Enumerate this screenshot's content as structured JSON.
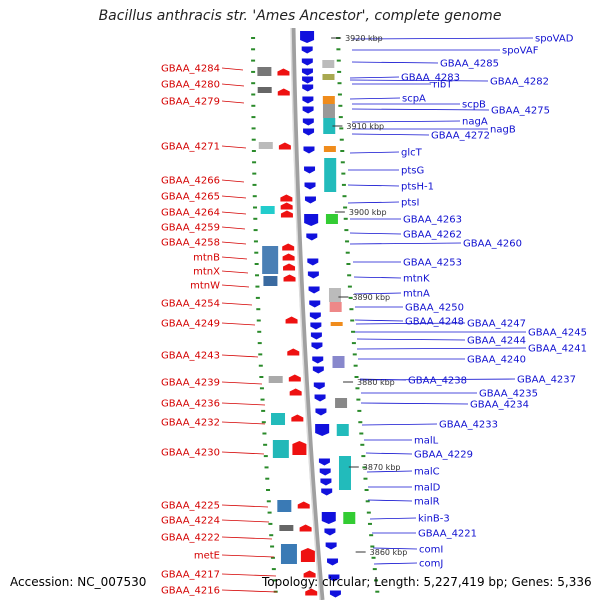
{
  "title": "Bacillus anthracis str. 'Ames Ancestor', complete genome",
  "footer": {
    "accession": "Accession: NC_007530",
    "topology": "Topology: circular; Length: 5,227,419 bp; Genes: 5,336"
  },
  "colors": {
    "left_label": "#d40000",
    "right_label": "#1010d0",
    "forward_gene": "#ee1111",
    "reverse_gene": "#1111dd",
    "backbone": "#a8a8a8",
    "tick": "#2a8a2a"
  },
  "kbp_markers": [
    {
      "label": "3920 kbp",
      "pos": 3920
    },
    {
      "label": "3910 kbp",
      "pos": 3910
    },
    {
      "label": "3900 kbp",
      "pos": 3900
    },
    {
      "label": "3890 kbp",
      "pos": 3890
    },
    {
      "label": "3880 kbp",
      "pos": 3880
    },
    {
      "label": "3870 kbp",
      "pos": 3870
    },
    {
      "label": "3860 kbp",
      "pos": 3860
    }
  ],
  "left_labels": [
    "GBAA_4284",
    "GBAA_4280",
    "GBAA_4279",
    "GBAA_4271",
    "GBAA_4266",
    "GBAA_4265",
    "GBAA_4264",
    "GBAA_4259",
    "GBAA_4258",
    "mtnB",
    "mtnX",
    "mtnW",
    "GBAA_4254",
    "GBAA_4249",
    "GBAA_4243",
    "GBAA_4239",
    "GBAA_4236",
    "GBAA_4232",
    "GBAA_4230",
    "GBAA_4225",
    "GBAA_4224",
    "GBAA_4222",
    "metE",
    "GBAA_4217",
    "GBAA_4216"
  ],
  "right_labels": [
    "spoVAD",
    "spoVAF",
    "GBAA_4285",
    "GBAA_4283",
    "ribT",
    "GBAA_4282",
    "scpA",
    "scpB",
    "GBAA_4275",
    "nagA",
    "nagB",
    "GBAA_4272",
    "glcT",
    "ptsG",
    "ptsH-1",
    "ptsI",
    "GBAA_4263",
    "GBAA_4262",
    "GBAA_4260",
    "GBAA_4253",
    "mtnK",
    "mtnA",
    "GBAA_4250",
    "GBAA_4248",
    "GBAA_4247",
    "GBAA_4245",
    "GBAA_4244",
    "GBAA_4241",
    "GBAA_4240",
    "GBAA_4238",
    "GBAA_4237",
    "GBAA_4235",
    "GBAA_4234",
    "GBAA_4233",
    "malL",
    "GBAA_4229",
    "malC",
    "malD",
    "malR",
    "kinB-3",
    "GBAA_4221",
    "comI",
    "comJ"
  ]
}
